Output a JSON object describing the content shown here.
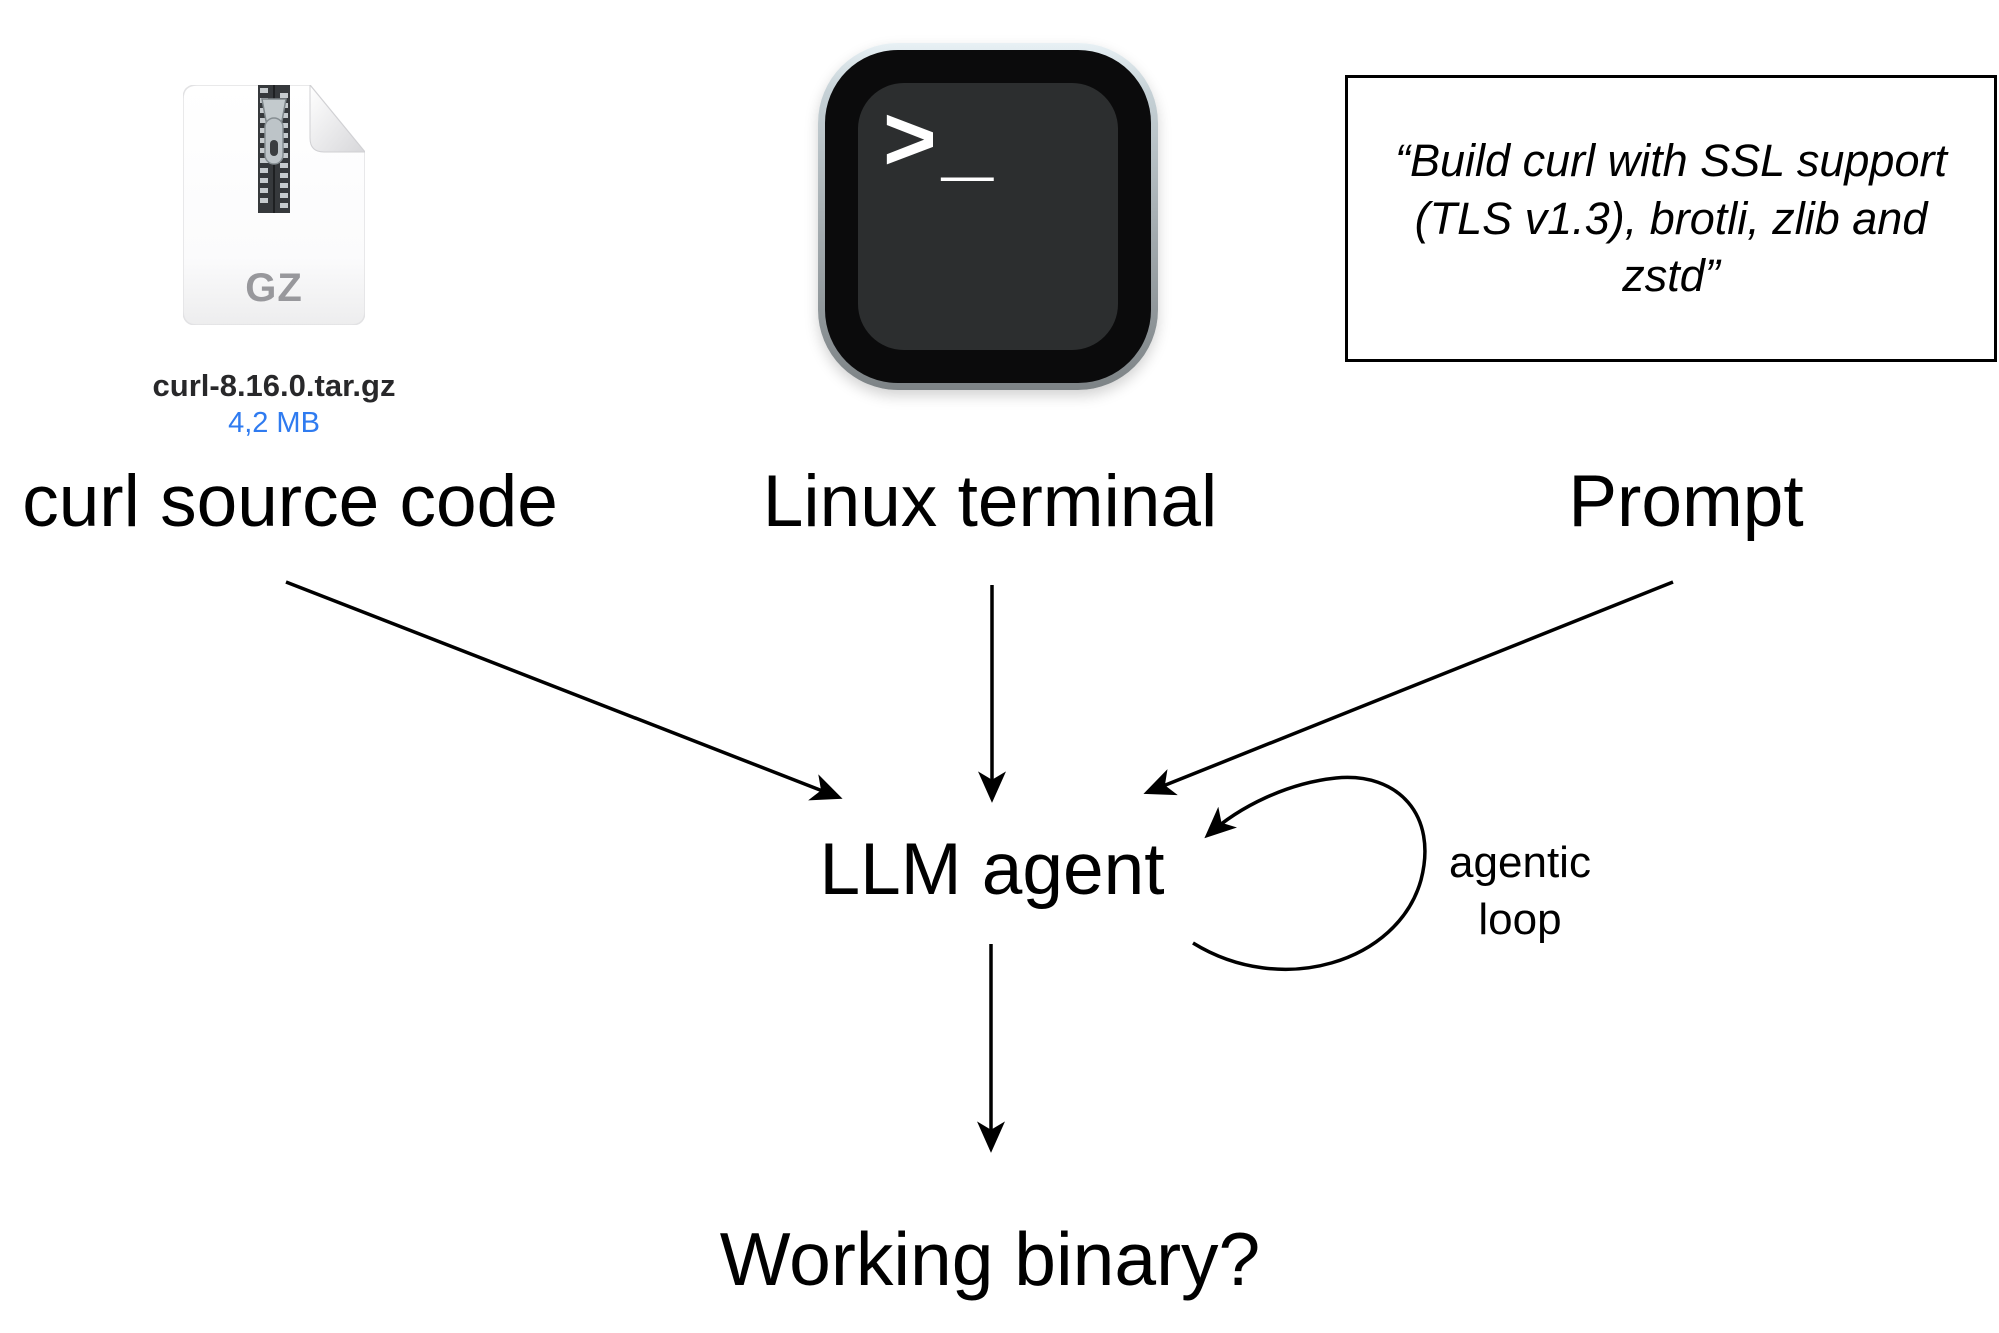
{
  "nodes": {
    "source": {
      "icon": "gz-file-icon",
      "icon_badge": "GZ",
      "filename": "curl-8.16.0.tar.gz",
      "filesize": "4,2 MB",
      "label": "curl source code"
    },
    "terminal": {
      "icon": "terminal-icon",
      "icon_glyph": ">_",
      "label": "Linux terminal"
    },
    "prompt": {
      "label": "Prompt",
      "quote_lines": [
        "“Build curl with SSL support",
        "(TLS v1.3), brotli, zlib and",
        "zstd”"
      ]
    },
    "agent": {
      "label": "LLM agent"
    },
    "loop": {
      "label_lines": [
        "agentic",
        "loop"
      ]
    },
    "output": {
      "label": "Working binary?"
    }
  },
  "colors": {
    "filesize_blue": "#2f7bf0",
    "arrow": "#000000",
    "gz_badge_gray": "#98989c"
  }
}
